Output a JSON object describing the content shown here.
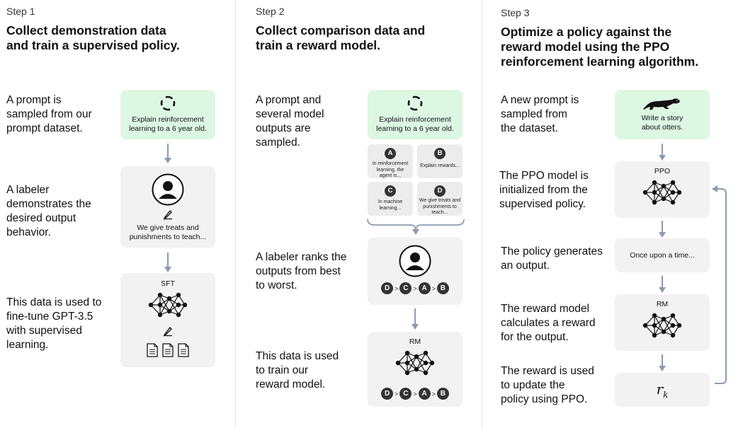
{
  "steps": [
    {
      "label": "Step 1",
      "title_lines": [
        "Collect demonstration data",
        "and train a supervised policy."
      ],
      "descriptions": [
        [
          "A prompt is",
          "sampled from our",
          "prompt dataset."
        ],
        [
          "A labeler",
          "demonstrates the",
          "desired output",
          "behavior."
        ],
        [
          "This data is used to",
          "fine-tune GPT-3.5",
          "with supervised",
          "learning."
        ]
      ],
      "prompt_box": [
        "Explain reinforcement",
        "learning to a 6 year old."
      ],
      "labeler_box": [
        "We give treats and",
        "punishments to teach..."
      ],
      "model_label": "SFT"
    },
    {
      "label": "Step 2",
      "title_lines": [
        "Collect comparison data and",
        "train a reward model."
      ],
      "descriptions": [
        [
          "A prompt and",
          "several model",
          "outputs are",
          "sampled."
        ],
        [
          "A labeler ranks the",
          "outputs from best",
          "to worst."
        ],
        [
          "This data is used",
          "to train our",
          "reward model."
        ]
      ],
      "prompt_box": [
        "Explain reinforcement",
        "learning to a 6 year old."
      ],
      "outputs": [
        {
          "badge": "A",
          "lines": [
            "In reinforcement",
            "learning, the",
            "agent is..."
          ]
        },
        {
          "badge": "B",
          "lines": [
            "Explain rewards..."
          ]
        },
        {
          "badge": "C",
          "lines": [
            "In machine",
            "learning..."
          ]
        },
        {
          "badge": "D",
          "lines": [
            "We give treats and",
            "punishments to",
            "teach..."
          ]
        }
      ],
      "ranking": [
        "D",
        "C",
        "A",
        "B"
      ],
      "gt_symbol": ">",
      "model_label": "RM"
    },
    {
      "label": "Step 3",
      "title_lines": [
        "Optimize a policy against the",
        "reward model using the PPO",
        "reinforcement learning algorithm."
      ],
      "descriptions": [
        [
          "A new prompt is",
          "sampled from",
          "the dataset."
        ],
        [
          "The PPO model is",
          "initialized from the",
          "supervised policy."
        ],
        [
          "The policy generates",
          "an output."
        ],
        [
          "The reward model",
          "calculates a reward",
          "for the output."
        ],
        [
          "The reward is used",
          "to update the",
          "policy using PPO."
        ]
      ],
      "prompt_box": [
        "Write a story",
        "about otters."
      ],
      "ppo_label": "PPO",
      "output_text": "Once upon a time...",
      "rm_label": "RM",
      "reward_symbol": "r",
      "reward_subscript": "k"
    }
  ],
  "colors": {
    "prompt_box": "#dcf7e2",
    "box": "#f2f2f2",
    "badge": "#333333",
    "arrow": "#8c9ab0",
    "divider": "#e6e6e6"
  },
  "icons": [
    "refresh-icon",
    "person-icon",
    "pencil-icon",
    "neural-network-icon",
    "document-icon",
    "otter-icon",
    "arrow-down-icon",
    "loop-arrow-icon"
  ]
}
